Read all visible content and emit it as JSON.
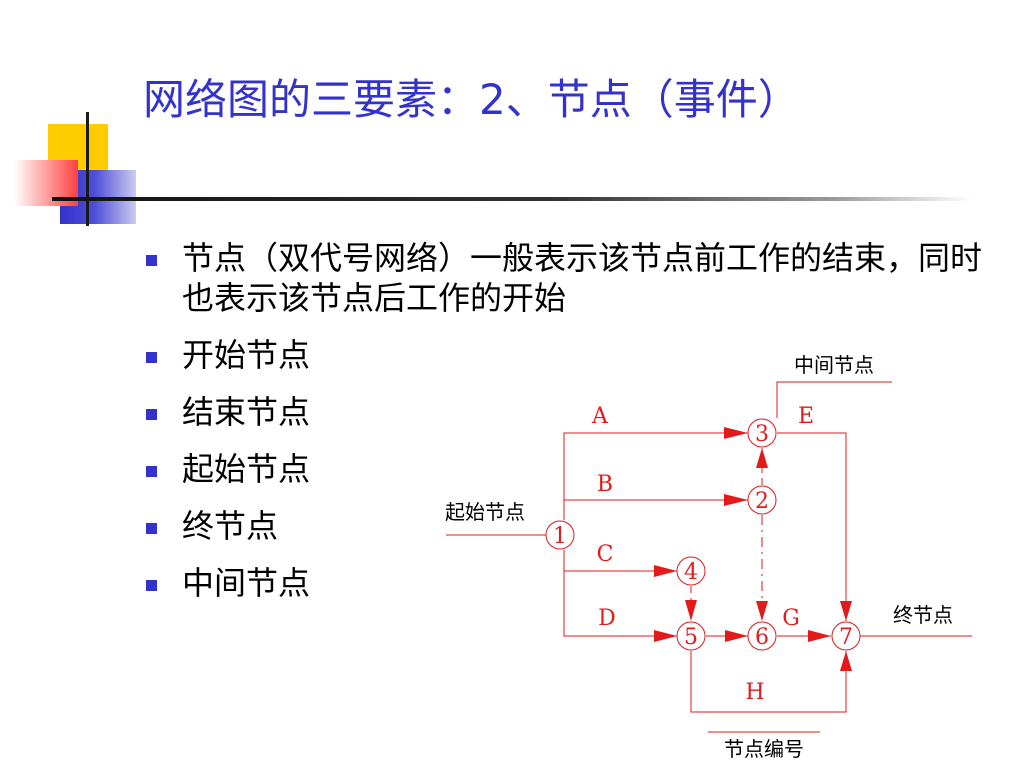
{
  "slide": {
    "title": "网络图的三要素：2、节点（事件）",
    "bullets": [
      "节点（双代号网络）一般表示该节点前工作的结束，同时也表示该节点后工作的开始",
      "开始节点",
      "结束节点",
      "起始节点",
      "终节点",
      "中间节点"
    ]
  },
  "diagram": {
    "node_labels": [
      "1",
      "2",
      "3",
      "4",
      "5",
      "6",
      "7"
    ],
    "activity_labels": [
      "A",
      "B",
      "C",
      "D",
      "E",
      "G",
      "H"
    ],
    "annotations": {
      "middle_node": "中间节点",
      "start_node": "起始节点",
      "end_node": "终节点",
      "node_number": "节点编号"
    },
    "colors": {
      "title": "#3333cc",
      "bullet": "#3333cc",
      "network": "#e31a1a"
    }
  }
}
